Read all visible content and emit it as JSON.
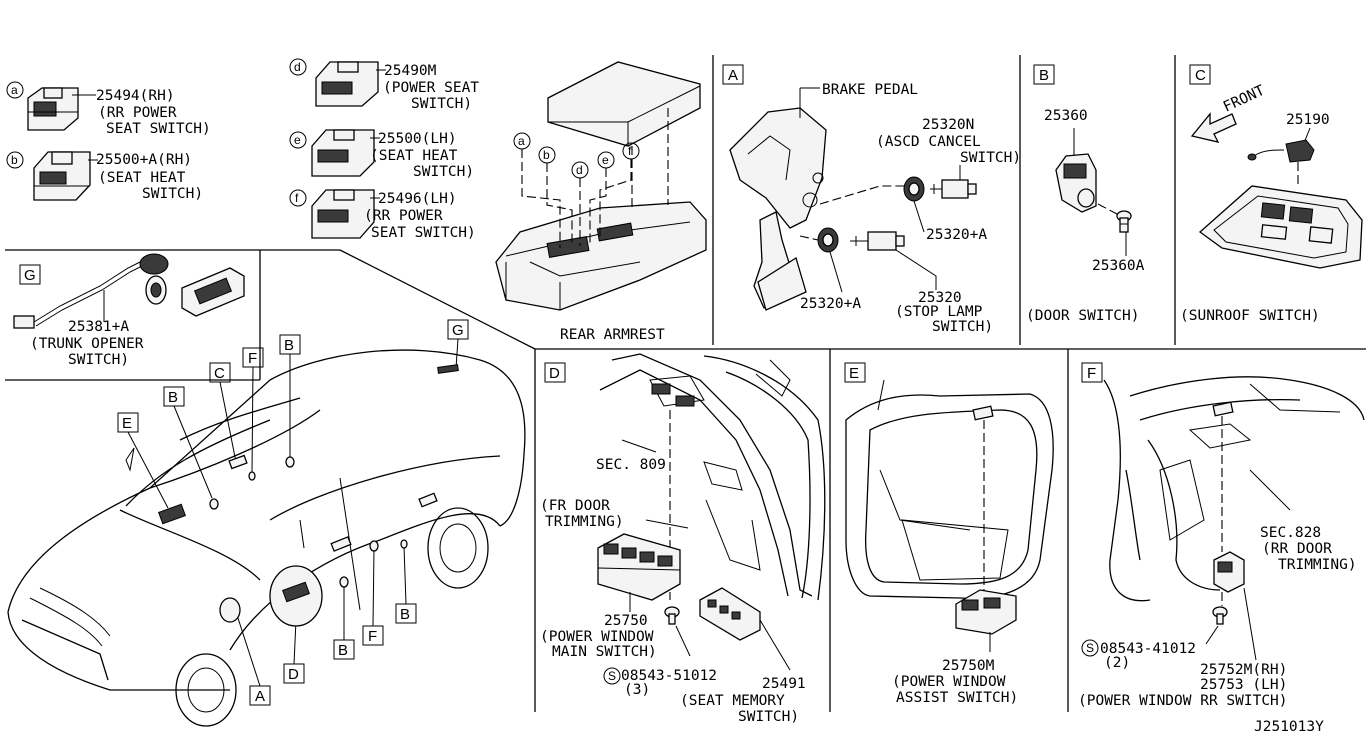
{
  "diagram_code": "J251013Y",
  "top_left_parts": {
    "a": {
      "letter": "a",
      "line1": "25494(RH)",
      "line2": "(RR POWER",
      "line3": "SEAT SWITCH)"
    },
    "b": {
      "letter": "b",
      "line1": "25500+A(RH)",
      "line2": "(SEAT HEAT",
      "line3": "SWITCH)"
    },
    "d": {
      "letter": "d",
      "line1": "25490M",
      "line2": "(POWER SEAT",
      "line3": "SWITCH)"
    },
    "e": {
      "letter": "e",
      "line1": "25500(LH)",
      "line2": "(SEAT HEAT",
      "line3": "SWITCH)"
    },
    "f": {
      "letter": "f",
      "line1": "25496(LH)",
      "line2": "(RR POWER",
      "line3": "SEAT SWITCH)"
    }
  },
  "armrest": {
    "label": "REAR ARMREST",
    "callouts": [
      "a",
      "b",
      "d",
      "e",
      "f"
    ]
  },
  "panel_A": {
    "letter": "A",
    "brake_pedal": "BRAKE PEDAL",
    "p1_num": "25320N",
    "p1_l2": "(ASCD CANCEL",
    "p1_l3": "SWITCH)",
    "p2": "25320+A",
    "p3": "25320+A",
    "p4_num": "25320",
    "p4_l2": "(STOP LAMP",
    "p4_l3": "SWITCH)"
  },
  "panel_B": {
    "letter": "B",
    "p1": "25360",
    "p2": "25360A",
    "caption": "(DOOR SWITCH)"
  },
  "panel_C": {
    "letter": "C",
    "front": "FRONT",
    "p1": "25190",
    "caption": "(SUNROOF SWITCH)"
  },
  "panel_G": {
    "letter": "G",
    "p1": "25381+A",
    "l2": "(TRUNK OPENER",
    "l3": "SWITCH)"
  },
  "car_view": {
    "labels": [
      "G",
      "B",
      "F",
      "C",
      "B",
      "E",
      "A",
      "D",
      "B",
      "F",
      "B"
    ]
  },
  "panel_D": {
    "letter": "D",
    "sec_l1": "SEC. 809",
    "sec_l2": "(FR DOOR",
    "sec_l3": "TRIMMING)",
    "p1_num": "25750",
    "p1_l2": "(POWER WINDOW",
    "p1_l3": "MAIN SWITCH)",
    "bolt_num": "08543-51012",
    "bolt_qty": "(3)",
    "bolt_mark": "S",
    "p2_num": "25491",
    "p2_l2": "(SEAT MEMORY",
    "p2_l3": "SWITCH)"
  },
  "panel_E": {
    "letter": "E",
    "p1_num": "25750M",
    "p1_l2": "(POWER WINDOW",
    "p1_l3": "ASSIST SWITCH)"
  },
  "panel_F": {
    "letter": "F",
    "sec_l1": "SEC.828",
    "sec_l2": "(RR DOOR",
    "sec_l3": "TRIMMING)",
    "bolt_num": "08543-41012",
    "bolt_qty": "(2)",
    "bolt_mark": "S",
    "p1": "25752M(RH)",
    "p2": "25753  (LH)",
    "p3": "(POWER WINDOW RR SWITCH)"
  }
}
